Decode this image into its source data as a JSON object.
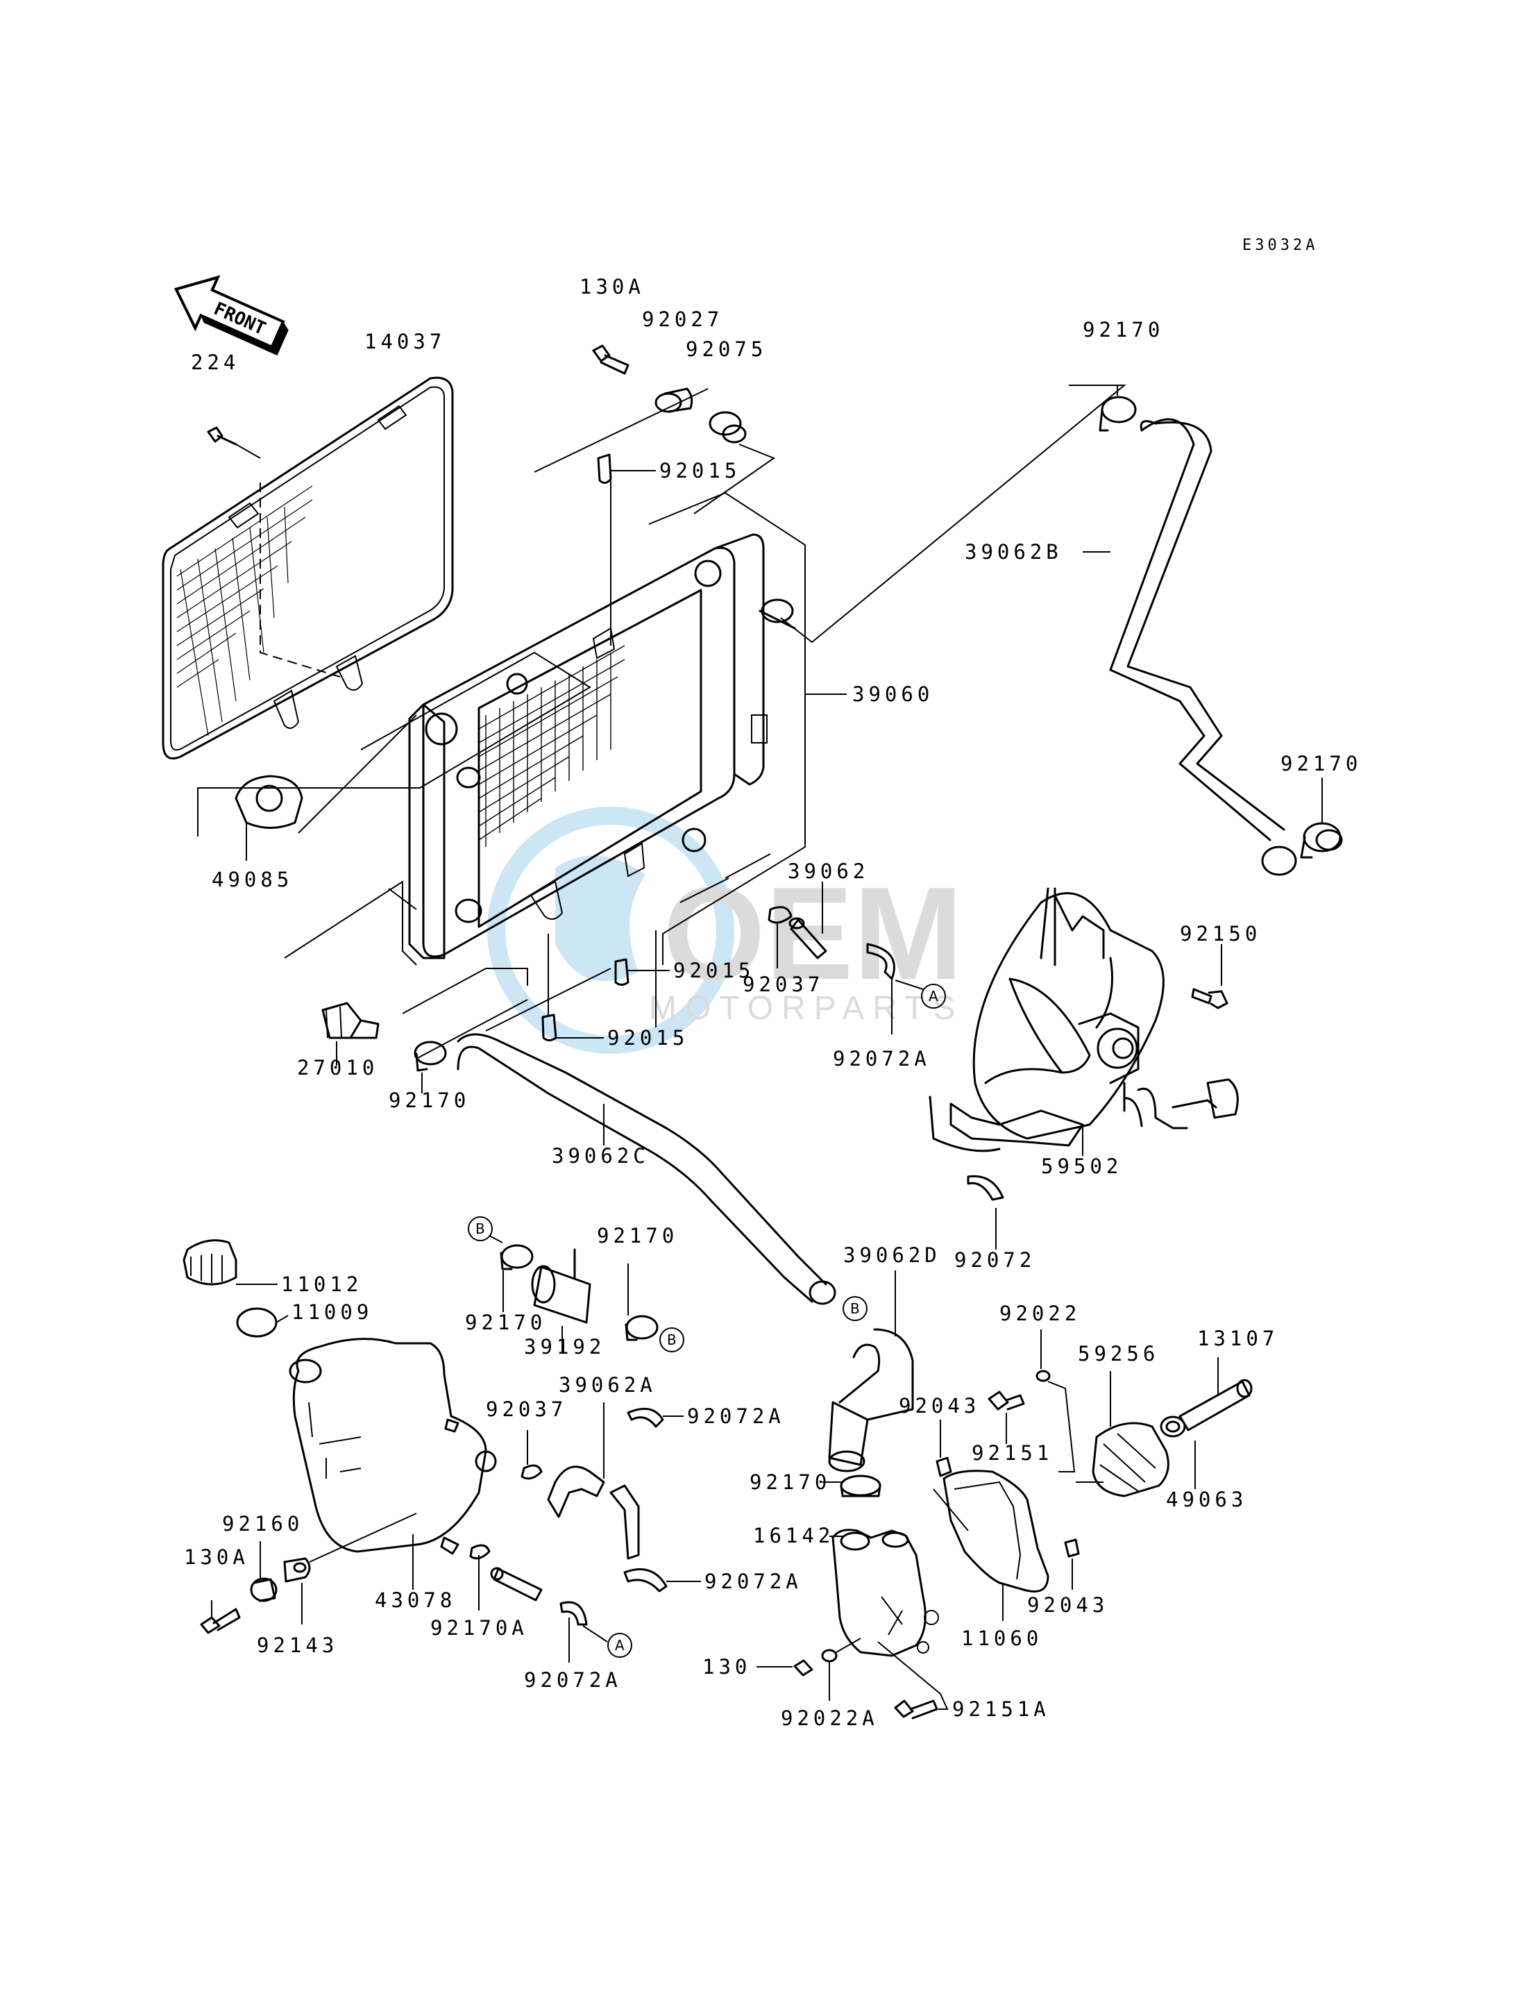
{
  "diagram": {
    "code": "E3032A",
    "front_arrow": "FRONT",
    "watermark_logo": "OEM",
    "watermark_sub": "MOTORPARTS",
    "ref_a": "A",
    "ref_b": "B"
  },
  "labels": {
    "l_130A_top": "130A",
    "l_92027": "92027",
    "l_92075": "92075",
    "l_92015_a": "92015",
    "l_92170_top": "92170",
    "l_39062B": "39062B",
    "l_14037": "14037",
    "l_224": "224",
    "l_39060": "39060",
    "l_92170_r": "92170",
    "l_49085": "49085",
    "l_39062": "39062",
    "l_92150": "92150",
    "l_92015_b": "92015",
    "l_92037_a": "92037",
    "l_92072A_a": "92072A",
    "l_92015_c": "92015",
    "l_27010": "27010",
    "l_92170_l": "92170",
    "l_39062C": "39062C",
    "l_59502": "59502",
    "l_92072": "92072",
    "l_11012": "11012",
    "l_11009": "11009",
    "l_92170_b": "92170",
    "l_92170_c": "92170",
    "l_39192": "39192",
    "l_39062D": "39062D",
    "l_92022": "92022",
    "l_13107": "13107",
    "l_59256": "59256",
    "l_39062A": "39062A",
    "l_92072A_b": "92072A",
    "l_92037_b": "92037",
    "l_92043_a": "92043",
    "l_92151": "92151",
    "l_92170_d": "92170",
    "l_49063": "49063",
    "l_92160": "92160",
    "l_130A_b": "130A",
    "l_16142": "16142",
    "l_92072A_c": "92072A",
    "l_43078": "43078",
    "l_92143": "92143",
    "l_92170A": "92170A",
    "l_92043_b": "92043",
    "l_11060": "11060",
    "l_92072A_d": "92072A",
    "l_130": "130",
    "l_92022A": "92022A",
    "l_92151A": "92151A"
  }
}
